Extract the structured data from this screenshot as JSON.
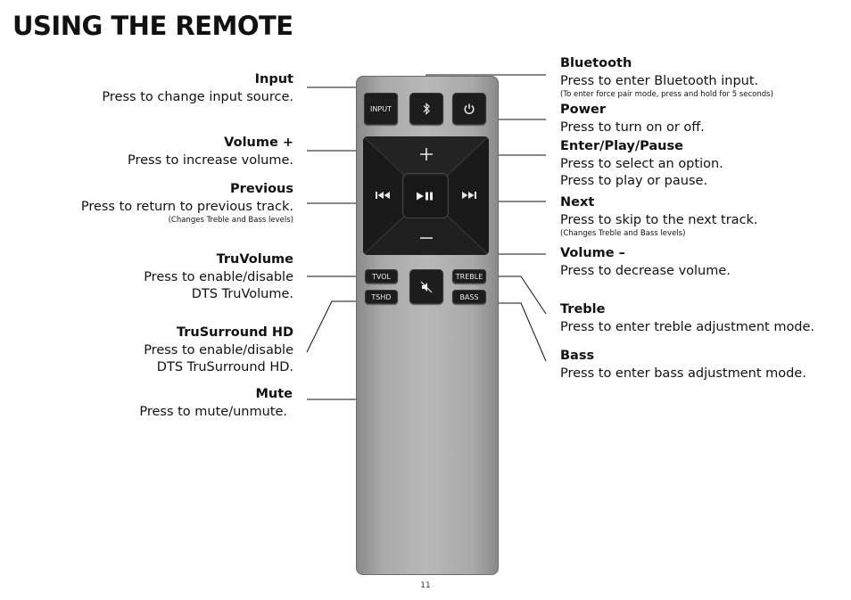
{
  "page": {
    "title": "USING THE REMOTE",
    "page_number": "11"
  },
  "left_labels": [
    {
      "title": "Input",
      "desc": [
        "Press to change input source."
      ],
      "note": ""
    },
    {
      "title": "Volume +",
      "desc": [
        "Press to increase volume."
      ],
      "note": ""
    },
    {
      "title": "Previous",
      "desc": [
        "Press to return to previous track."
      ],
      "note": "(Changes Treble and Bass levels)"
    },
    {
      "title": "TruVolume",
      "desc": [
        "Press to enable/disable",
        "DTS TruVolume."
      ],
      "note": ""
    },
    {
      "title": "TruSurround HD",
      "desc": [
        "Press to enable/disable",
        "DTS TruSurround HD."
      ],
      "note": ""
    },
    {
      "title": "Mute",
      "desc": [
        "Press to mute/unmute."
      ],
      "note": ""
    }
  ],
  "right_labels": [
    {
      "title": "Bluetooth",
      "desc": [
        "Press to enter Bluetooth input."
      ],
      "note": "(To enter force pair mode, press and hold for 5 seconds)"
    },
    {
      "title": "Power",
      "desc": [
        "Press to turn on or off."
      ],
      "note": ""
    },
    {
      "title": "Enter/Play/Pause",
      "desc": [
        "Press to select an option.",
        "Press to play or pause."
      ],
      "note": ""
    },
    {
      "title": "Next",
      "desc": [
        "Press to skip to the next track."
      ],
      "note": "(Changes Treble and Bass levels)"
    },
    {
      "title": "Volume –",
      "desc": [
        "Press to decrease volume."
      ],
      "note": ""
    },
    {
      "title": "Treble",
      "desc": [
        "Press to enter treble adjustment mode."
      ],
      "note": ""
    },
    {
      "title": "Bass",
      "desc": [
        "Press to enter bass adjustment mode."
      ],
      "note": ""
    }
  ],
  "remote": {
    "input_label": "INPUT",
    "tvol_label": "TVOL",
    "tshd_label": "TSHD",
    "treble_label": "TREBLE",
    "bass_label": "BASS",
    "bluetooth_icon": "bluetooth-icon",
    "power_icon": "power-icon",
    "plus_glyph": "+",
    "minus_glyph": "—",
    "colors": {
      "body": "#a9a9a9",
      "button": "#1d1d1d",
      "button_text": "#eeeeee"
    }
  }
}
